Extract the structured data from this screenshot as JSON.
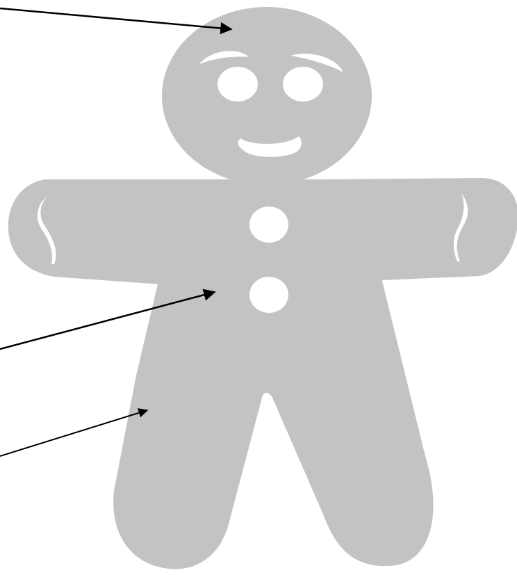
{
  "colors": {
    "background": "#ffffff",
    "body_fill": "#c3c3c3",
    "cutout_fill": "#ffffff",
    "arrow_stroke": "#000000"
  },
  "figure": {
    "subject": "gingerbread-man",
    "features": [
      "head",
      "eyebrows",
      "eyes",
      "smile",
      "arms",
      "arm-squiggles",
      "buttons",
      "legs"
    ],
    "button_count": 2,
    "eye_count": 2
  },
  "arrows": [
    {
      "name": "arrow-to-head",
      "points_to": "head"
    },
    {
      "name": "arrow-to-torso",
      "points_to": "torso"
    },
    {
      "name": "arrow-to-leg",
      "points_to": "leg"
    }
  ]
}
